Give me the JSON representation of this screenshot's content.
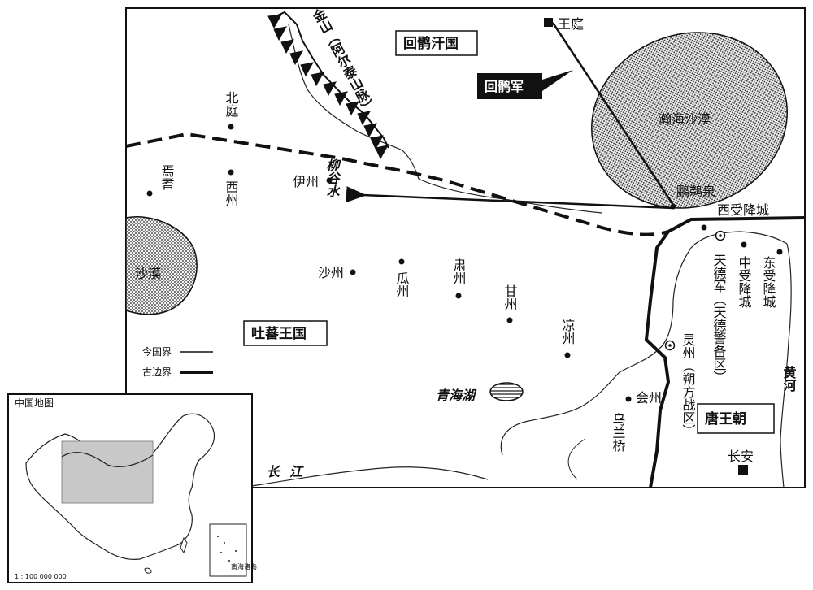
{
  "map": {
    "country_labels": {
      "huihe": "回鹘汗国",
      "tubo": "吐蕃王国",
      "tang": "唐王朝"
    },
    "army_label": "回鹘军",
    "royal_court": "王庭",
    "places": {
      "beiting": "北庭",
      "yanqi": "焉耆",
      "xizhou": "西州",
      "yizhou": "伊州",
      "shazhou": "沙州",
      "guazhou": "瓜州",
      "suzhou": "肃州",
      "ganzhou": "甘州",
      "liangzhou": "凉州",
      "huizhou": "会州",
      "tipiquan": "鹏鹈泉",
      "xishou": "西受降城",
      "zhongshou": "中受降城",
      "dongshou": "东受降城",
      "tiande": "天德军（天德警备区）",
      "lingzhou": "灵州（朔方战区）",
      "changan": "长安",
      "wulanqiao": "乌兰桥"
    },
    "geography": {
      "jinshan": "金山（阿尔泰山脉）",
      "liufen": "柳谷水",
      "hanhai": "瀚海沙漠",
      "shamo": "沙漠",
      "qinghai": "青海湖",
      "changjiang": "长江",
      "huanghe": "黄河"
    },
    "legend": {
      "modern": "今国界",
      "ancient": "古边界"
    }
  },
  "inset": {
    "title": "中国地图",
    "scale": "1 : 100 000 000",
    "south_sea": "南海诸岛"
  }
}
